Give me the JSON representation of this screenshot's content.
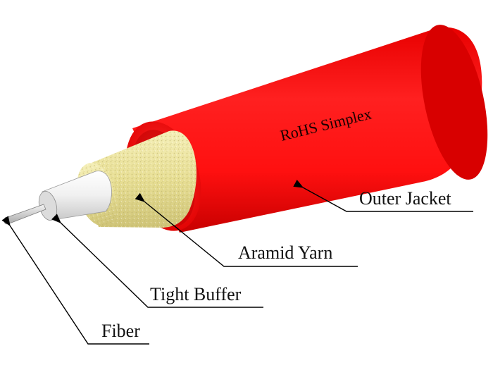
{
  "jacket": {
    "print": "RoHS Simplex",
    "color": "#ff1a1a"
  },
  "labels": {
    "outer_jacket": "Outer Jacket",
    "aramid_yarn": "Aramid Yarn",
    "tight_buffer": "Tight Buffer",
    "fiber": "Fiber"
  },
  "colors": {
    "jacket": "#ff1a1a",
    "jacket_shadow": "#b80000",
    "aramid": "#efe9a6",
    "buffer": "#f2f2f2",
    "fiber": "#d9d9d9"
  }
}
